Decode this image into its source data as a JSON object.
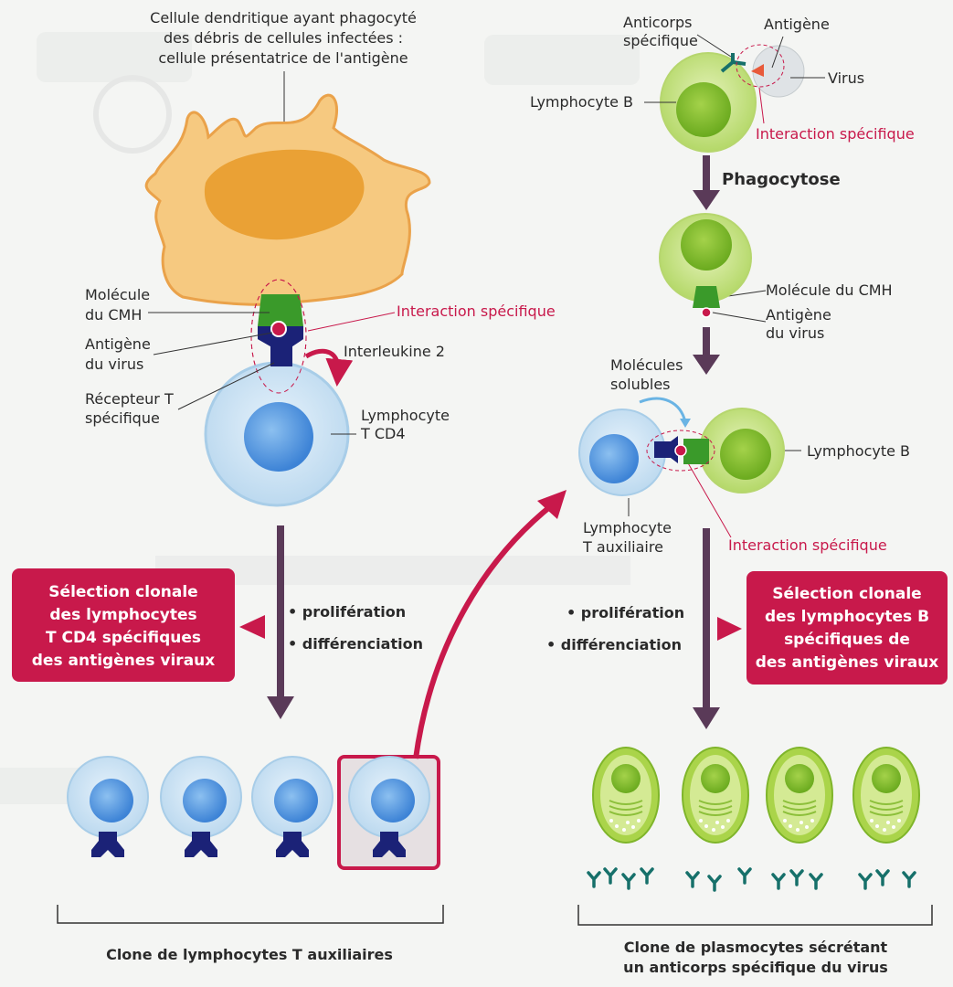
{
  "title_cell": [
    "Cellule dendritique ayant phagocyté",
    "des débris de cellules infectées :",
    "cellule présentatrice de l'antigène"
  ],
  "left": {
    "cmh": [
      "Molécule",
      "du CMH"
    ],
    "antigen": [
      "Antigène",
      "du virus"
    ],
    "receptor": [
      "Récepteur T",
      "spécifique"
    ],
    "interaction": "Interaction spécifique",
    "interleukin": "Interleukine 2",
    "lymph_t4": [
      "Lymphocyte",
      "T CD4"
    ],
    "steps": [
      "• prolifération",
      "• différenciation"
    ],
    "selection_box": [
      "Sélection clonale",
      "des lymphocytes",
      "T CD4 spécifiques",
      "des antigènes viraux"
    ],
    "clone_label": "Clone de lymphocytes T auxiliaires"
  },
  "right": {
    "antibody": [
      "Anticorps",
      "spécifique"
    ],
    "antigen_top": "Antigène",
    "virus": "Virus",
    "lymph_b": "Lymphocyte B",
    "interaction_top": "Interaction spécifique",
    "phagocytose": "Phagocytose",
    "cmh": "Molécule du CMH",
    "antigen": [
      "Antigène",
      "du virus"
    ],
    "soluble": [
      "Molécules",
      "solubles"
    ],
    "lymph_b2": "Lymphocyte B",
    "lymph_taux": [
      "Lymphocyte",
      "T auxiliaire"
    ],
    "interaction_bottom": "Interaction spécifique",
    "steps": [
      "• prolifération",
      "• différenciation"
    ],
    "selection_box": [
      "Sélection clonale",
      "des lymphocytes B",
      "spécifiques de",
      "des antigènes viraux"
    ],
    "clone_label": [
      "Clone de plasmocytes sécrétant",
      "un anticorps spécifique du virus"
    ]
  },
  "colors": {
    "accent": "#c8194b",
    "arrow": "#5a3a58",
    "t_cell": "#cfe6f6",
    "t_nucleus": "#5b9de0",
    "b_cell": "#c6e27e",
    "b_nucleus": "#7dbb2a",
    "receptor": "#1b2277",
    "cmh": "#3a9a2a",
    "dendritic": "#f5c77a"
  }
}
